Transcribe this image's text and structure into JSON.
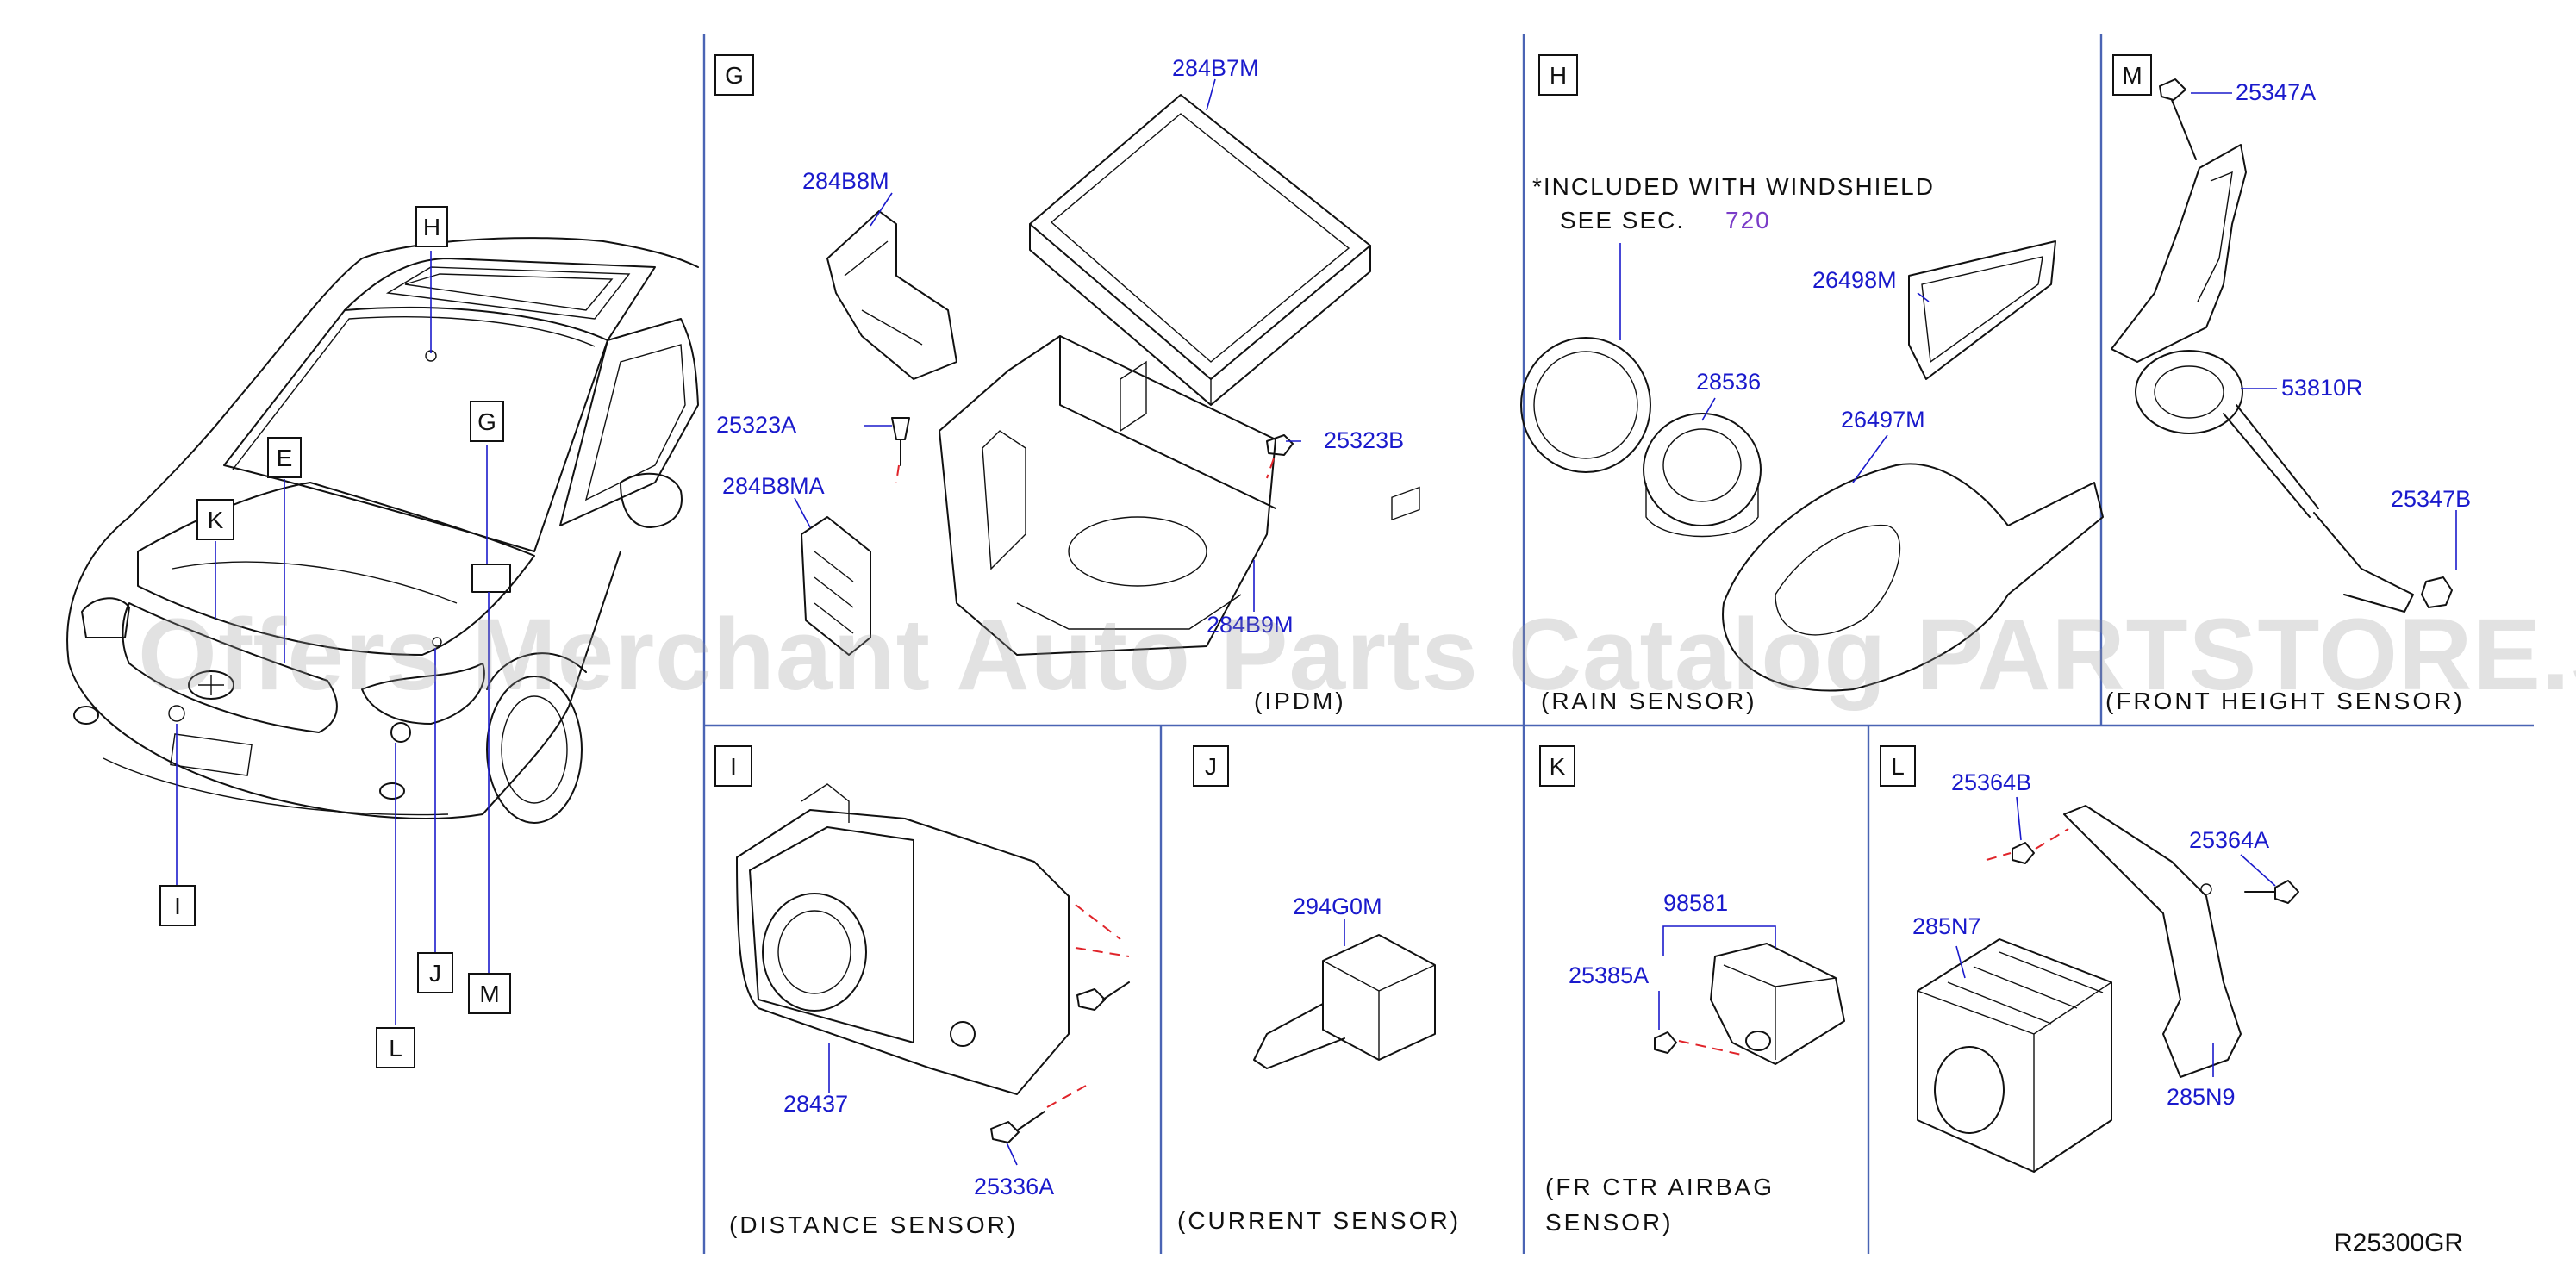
{
  "ref_code": "R25300GR",
  "watermark": "Offers Merchant Auto Parts Catalog PARTSTORE.SA",
  "car_callouts": [
    "H",
    "G",
    "E",
    "K",
    "I",
    "J",
    "L",
    "M"
  ],
  "sections": {
    "G": {
      "letter": "G",
      "caption": "(IPDM)",
      "parts": [
        "284B7M",
        "284B8M",
        "25323A",
        "25323B",
        "284B8MA",
        "284B9M"
      ]
    },
    "H": {
      "letter": "H",
      "note_line1": "*INCLUDED  WITH  WINDSHIELD",
      "note_line2": "SEE  SEC.",
      "note_ref": "720",
      "caption": "(RAIN  SENSOR)",
      "parts": [
        "26498M",
        "28536",
        "26497M"
      ]
    },
    "M": {
      "letter": "M",
      "caption": "(FRONT  HEIGHT  SENSOR)",
      "parts": [
        "25347A",
        "53810R",
        "25347B"
      ]
    },
    "I": {
      "letter": "I",
      "caption": "(DISTANCE  SENSOR)",
      "parts": [
        "28437",
        "25336A"
      ]
    },
    "J": {
      "letter": "J",
      "caption": "(CURRENT  SENSOR)",
      "parts": [
        "294G0M"
      ]
    },
    "K": {
      "letter": "K",
      "caption_line1": "(FR  CTR  AIRBAG",
      "caption_line2": "SENSOR)",
      "parts": [
        "98581",
        "25385A"
      ]
    },
    "L": {
      "letter": "L",
      "parts": [
        "25364B",
        "25364A",
        "285N7",
        "285N9"
      ]
    }
  },
  "colors": {
    "part_label": "#1a1acc",
    "ref_link": "#7a3cc8",
    "divider": "#4a64b4",
    "guide_red": "#e0242a"
  }
}
